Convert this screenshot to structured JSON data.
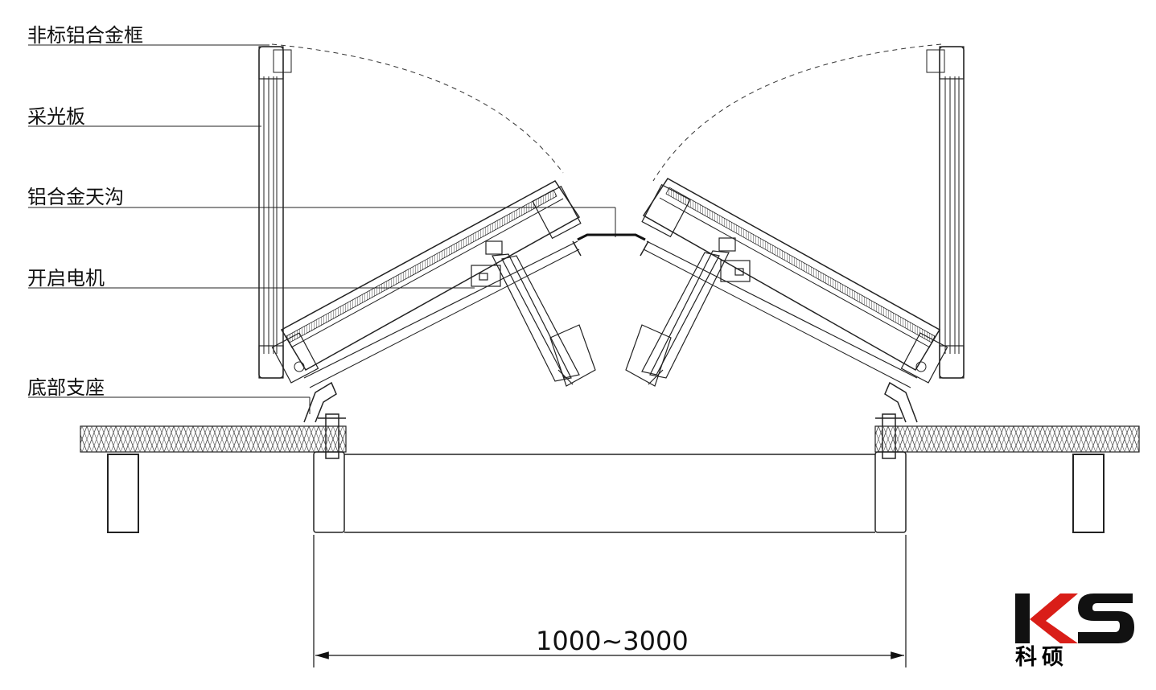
{
  "labels": {
    "frame": "非标铝合金框",
    "panel": "采光板",
    "gutter": "铝合金天沟",
    "motor": "开启电机",
    "base": "底部支座"
  },
  "dimension": "1000~3000",
  "logo": {
    "mark": "KS",
    "name": "科硕",
    "colors": {
      "k": "#111111",
      "s": "#d91e18"
    }
  }
}
